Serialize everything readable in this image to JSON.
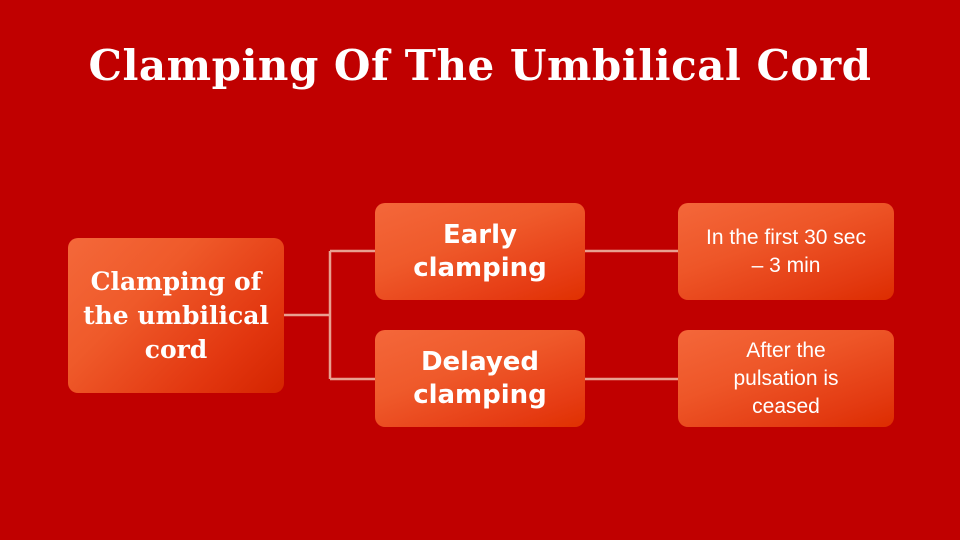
{
  "slide": {
    "title": "Clamping Of The Umbilical Cord",
    "background_color": "#c00000",
    "text_color": "#ffffff"
  },
  "diagram": {
    "type": "tree",
    "root": {
      "label": "Clamping of\nthe umbilical\ncord"
    },
    "branches": [
      {
        "label": "Early\nclamping",
        "detail": "In the first 30 sec\n– 3 min"
      },
      {
        "label": "Delayed\nclamping",
        "detail": "After the\npulsation is\nceased"
      }
    ],
    "node_gradient": {
      "from": "#f4683a",
      "to": "#d42400"
    },
    "connector_color": "#e8a090"
  }
}
